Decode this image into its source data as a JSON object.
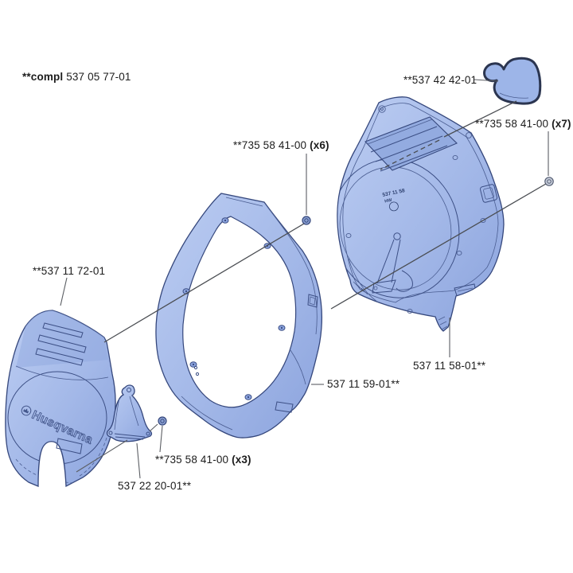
{
  "diagram": {
    "type": "exploded-parts-diagram",
    "product_area": "starter / cylinder cover assembly"
  },
  "labels": {
    "assembly": {
      "prefix": "**compl",
      "number": " 537 05 77-01"
    },
    "boot": {
      "number": "**537 42 42-01"
    },
    "screws_x7": {
      "number": "**735 58 41-00 ",
      "qty": "(x7)"
    },
    "screws_x6": {
      "number": "**735 58 41-00 ",
      "qty": "(x6)"
    },
    "left_cover": {
      "number": "**537 11 72-01"
    },
    "right_cover": {
      "number": "537 11 58-01**"
    },
    "housing": {
      "number": "537 11 59-01**"
    },
    "screws_x3": {
      "number": "**735 58 41-00 ",
      "qty": "(x3)"
    },
    "pawl_cover": {
      "number": "537 22 20-01**"
    }
  },
  "artwork": {
    "logo_text": "Husqvarna",
    "molded_text_line1": "537 11 58",
    "molded_text_line2": "HW"
  },
  "icons": {
    "crown": "husqvarna-crown-icon"
  },
  "colors": {
    "part_fill_light": "#b9cbf1",
    "part_fill": "#a3b8e8",
    "part_fill_dark": "#8ba3dd",
    "part_outline": "#35477c",
    "boot_outline": "#2b3550",
    "leader_line": "#5b5e63",
    "label_text": "#1c1c1c",
    "background": "#ffffff"
  }
}
